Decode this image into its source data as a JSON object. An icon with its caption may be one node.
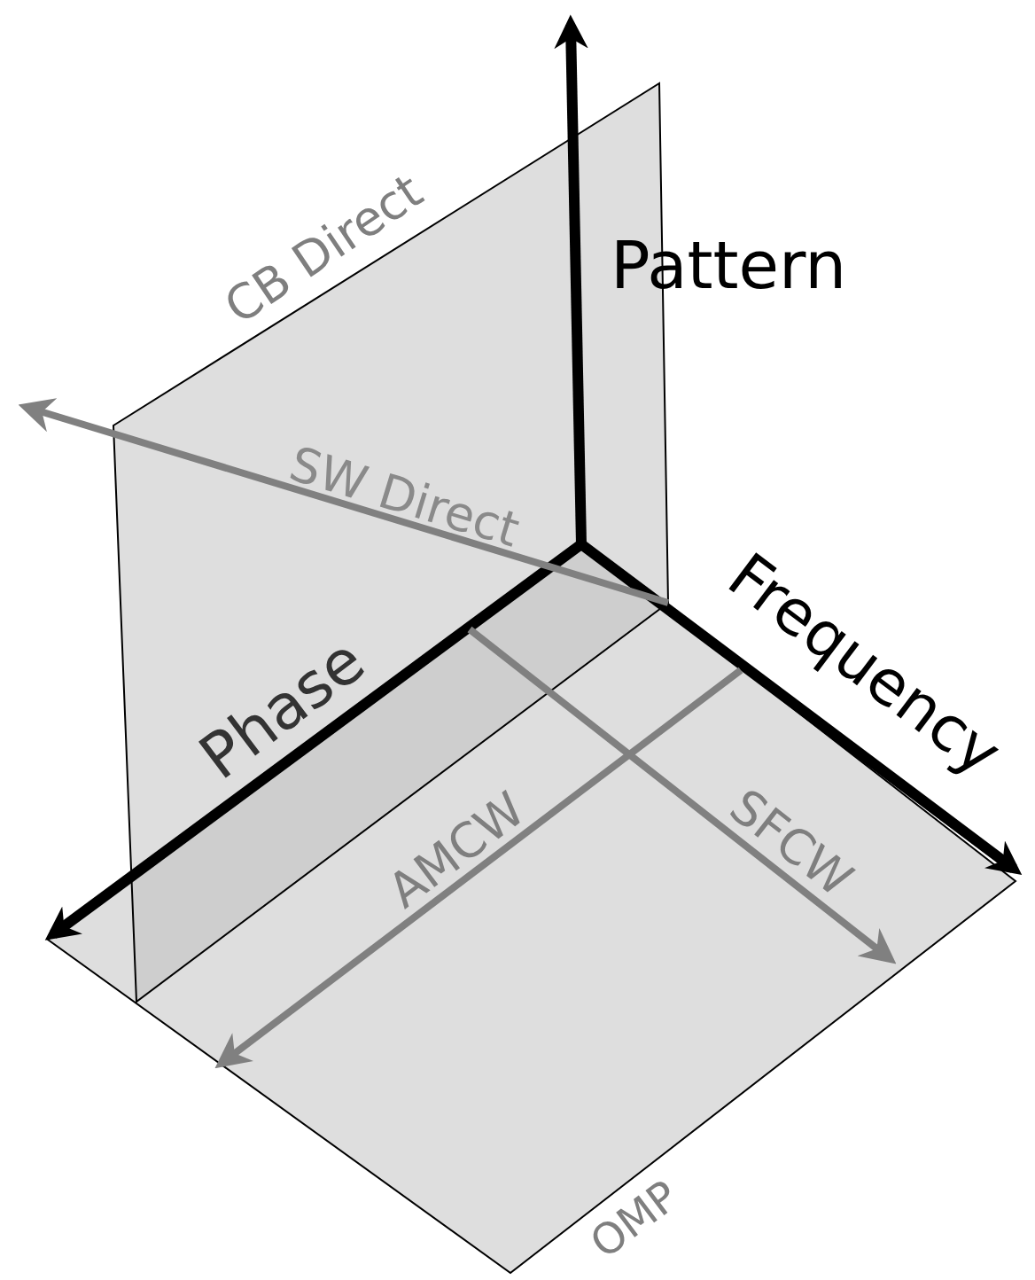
{
  "diagram": {
    "labels": [
      "CB Direct",
      "Pattern",
      "SW Direct",
      "Frequency",
      "Phase",
      "AMCW",
      "SFCW",
      "OMP"
    ]
  }
}
